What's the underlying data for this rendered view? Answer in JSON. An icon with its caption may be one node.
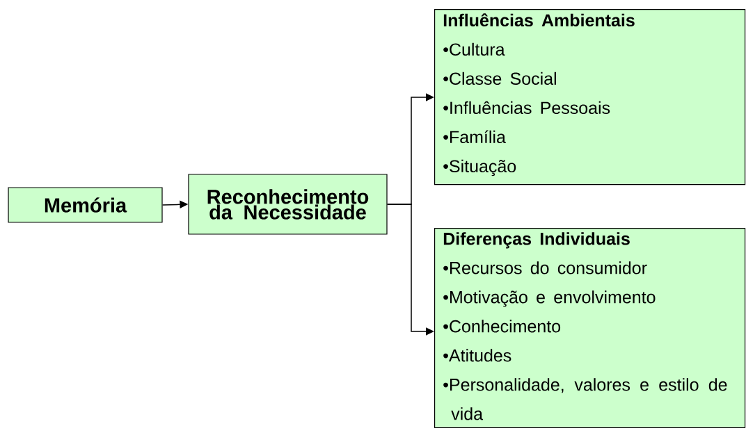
{
  "diagram": {
    "nodes": [
      {
        "text": [
          "Memória"
        ]
      },
      {
        "text": [
          "Reconhecimento da Necessidade"
        ]
      },
      {
        "text": [
          "Influências Ambientais",
          "•Cultura",
          "•Classe Social",
          "•Influências Pessoais",
          "•Família",
          "•Situação"
        ]
      },
      {
        "text": [
          "Diferenças Individuais",
          "•Recursos do consumidor",
          "•Motivação e envolvimento",
          "•Conhecimento",
          "•Atitudes",
          "•Personalidade, valores e estilo de vida"
        ]
      }
    ],
    "edges": [
      {
        "from": 0,
        "to": 1,
        "arrow": "to"
      },
      {
        "from": 1,
        "to": 2,
        "arrow": "to"
      },
      {
        "from": 1,
        "to": 3,
        "arrow": "to"
      }
    ]
  }
}
